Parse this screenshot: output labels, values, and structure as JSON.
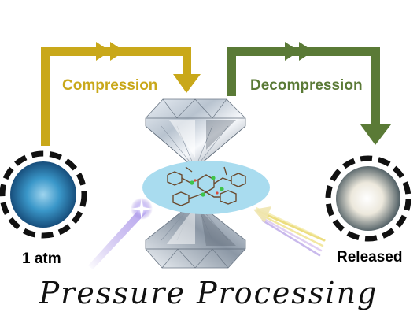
{
  "labels": {
    "compression": "Compression",
    "decompression": "Decompression",
    "left_state": "1 atm",
    "right_state": "Released",
    "title": "Pressure Processing"
  },
  "colors": {
    "compression_arrow": "#c9a81a",
    "decompression_arrow": "#5a7a36",
    "sample_disk": "#a9dcef",
    "left_sphere": "#2a8cc0",
    "right_sphere": "#f2efe6",
    "left_beam": "#8b6fd8",
    "right_beam": "#e9d86a"
  },
  "icons": {
    "left_state": "blue-sphere-icon",
    "right_state": "white-sphere-icon",
    "top_anvil": "diamond-anvil-icon",
    "bottom_anvil": "diamond-anvil-icon",
    "sample": "molecular-crystal-icon"
  }
}
